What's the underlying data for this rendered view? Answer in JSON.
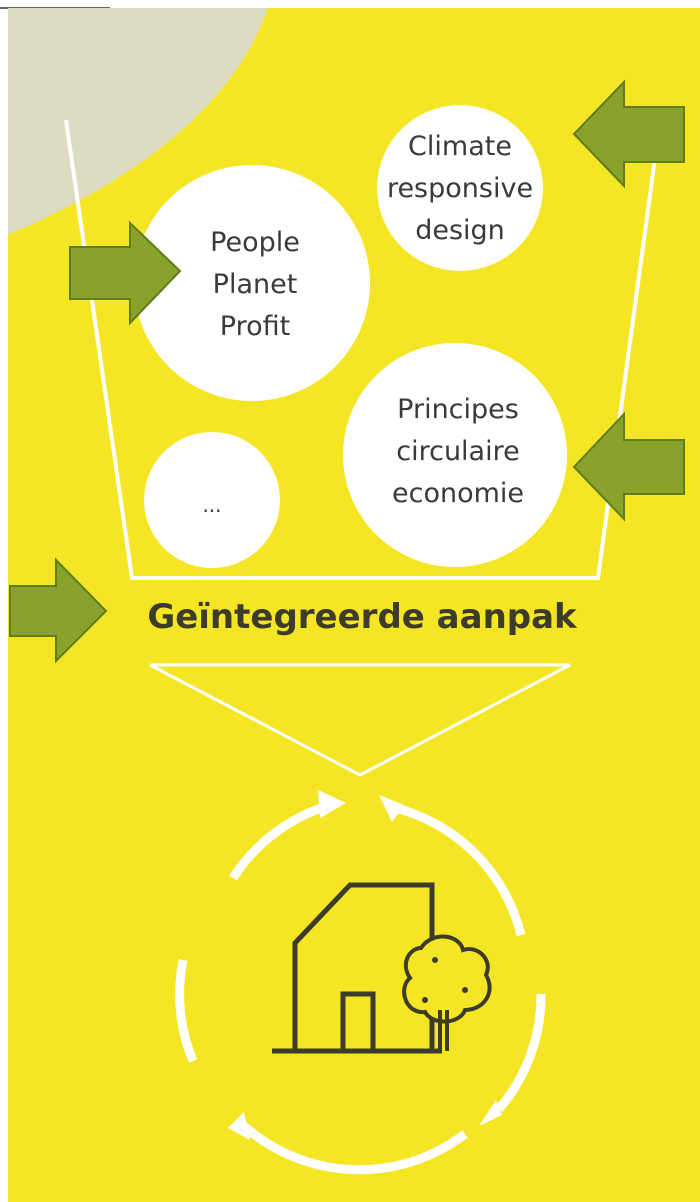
{
  "colors": {
    "background": "#f5e625",
    "corner_shape": "#dedcc0",
    "outline": "#ffffff",
    "bubble_fill": "#ffffff",
    "bubble_text": "#3a3a3a",
    "arrow_fill": "#88a22b",
    "arrow_stroke": "#5f7d1a",
    "house_stroke": "#3d3b2a"
  },
  "bubbles": {
    "people": {
      "lines": [
        "People",
        "Planet",
        "Profit"
      ]
    },
    "climate": {
      "lines": [
        "Climate",
        "responsive",
        "design"
      ]
    },
    "circular": {
      "lines": [
        "Principes",
        "circulaire",
        "economie"
      ]
    },
    "more": {
      "lines": [
        "..."
      ]
    }
  },
  "integrated_label": "Geïntegreerde aanpak",
  "icons": {
    "arrows": "arrow-right-icon",
    "house": "house-with-tree-icon",
    "cycle": "circular-arrows-icon"
  }
}
